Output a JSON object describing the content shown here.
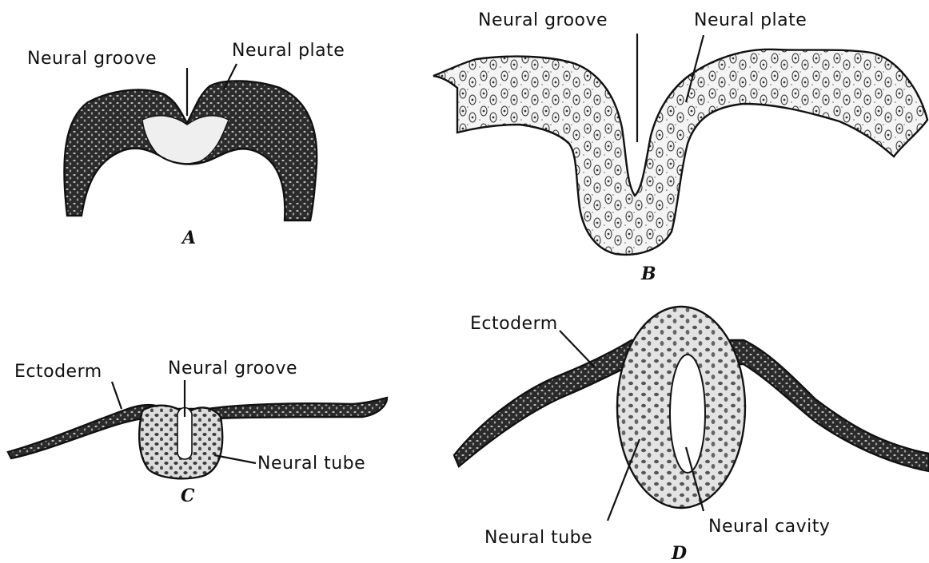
{
  "panels": {
    "a": {
      "caption": "A",
      "labels": {
        "groove": "Neural groove",
        "plate": "Neural plate"
      }
    },
    "b": {
      "caption": "B",
      "labels": {
        "groove": "Neural groove",
        "plate": "Neural plate"
      }
    },
    "c": {
      "caption": "C",
      "labels": {
        "ectoderm": "Ectoderm",
        "groove": "Neural groove",
        "tube": "Neural tube"
      }
    },
    "d": {
      "caption": "D",
      "labels": {
        "ectoderm": "Ectoderm",
        "tube": "Neural tube",
        "cavity": "Neural cavity"
      }
    }
  },
  "colors": {
    "ink": "#111111",
    "tissue_dark": "#2a2a2a",
    "tissue_light": "#f2f2f2"
  }
}
